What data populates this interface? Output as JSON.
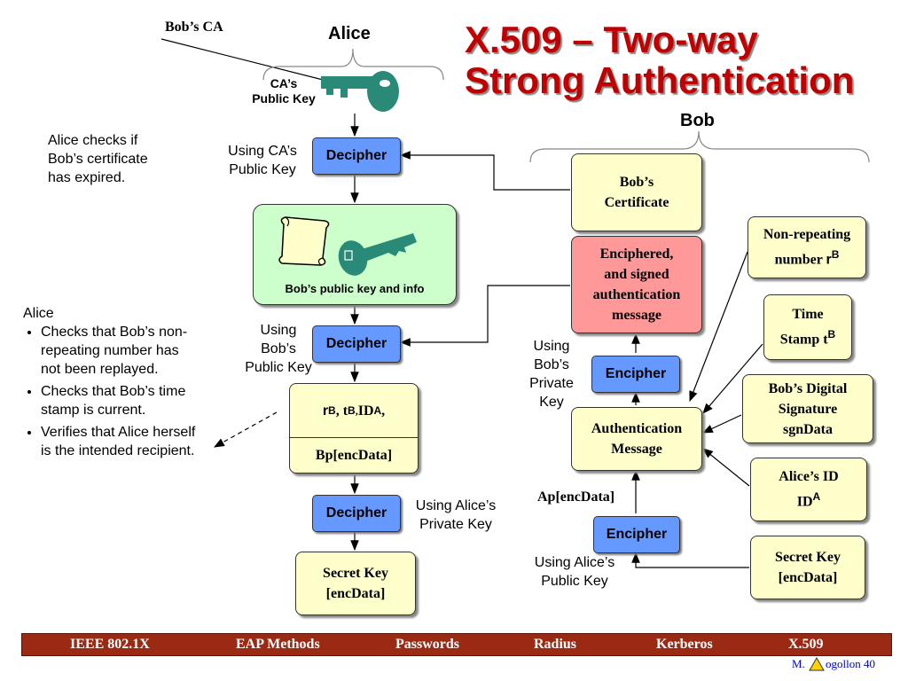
{
  "title": {
    "line1": "X.509 – Two-way",
    "line2": "Strong Authentication"
  },
  "labels": {
    "bobs_ca": "Bob’s CA",
    "alice": "Alice",
    "bob": "Bob",
    "cas_public_key": "CA’s\nPublic Key",
    "using_ca_public_key": "Using CA’s\nPublic Key",
    "using_bobs_public_key": "Using\nBob’s\nPublic Key",
    "using_alices_private_key": "Using Alice’s\nPrivate Key",
    "using_bobs_private_key": "Using\nBob’s\nPrivate\nKey",
    "using_alices_public_key": "Using Alice’s\nPublic Key",
    "ap_encdata": "Ap[encData]"
  },
  "alice_note": "Alice checks if\nBob’s certificate\nhas expired.",
  "alice_checks": {
    "heading": "Alice",
    "items": [
      "Checks that Bob’s non-repeating number has not been replayed.",
      "Checks that Bob’s time stamp is current.",
      "Verifies that Alice herself is the intended recipient."
    ]
  },
  "alice_flow": {
    "decipher": "Decipher",
    "pubkey_box_label": "Bob’s public key and info",
    "data_box": {
      "r": "r",
      "r_sup": "B",
      "t": ", t",
      "t_sup": "B",
      "sep": ",",
      "id": " ID",
      "id_sup": "A",
      "end": " ,",
      "bottom": "Bp[encData]"
    },
    "secret_key": "Secret Key\n[encData]"
  },
  "bob_flow": {
    "certificate": "Bob’s\nCertificate",
    "enciphered": "Enciphered,\nand signed\nauthentication\nmessage",
    "encipher": "Encipher",
    "auth_message": "Authentication\nMessage",
    "nonce": {
      "text": "Non-repeating\nnumber ",
      "r": "r",
      "sup": "B"
    },
    "timestamp": {
      "text": "Time\nStamp t",
      "sup": "B"
    },
    "signature": "Bob’s Digital\nSignature\nsgnData",
    "alice_id": {
      "text": "Alice’s ID\nID",
      "sup": "A"
    },
    "secret_key": "Secret Key\n[encData]"
  },
  "footer": {
    "items": [
      "IEEE 802.1X",
      "EAP Methods",
      "Passwords",
      "Radius",
      "Kerberos",
      "X.509"
    ],
    "credit": "M.",
    "credit2": "ogollon 40"
  },
  "colors": {
    "title": "#c00000",
    "footer_bg": "#9b2a14",
    "button": "#6699ff",
    "box": "#ffffcc",
    "pink": "#ff9999",
    "green": "#ccffcc",
    "key": "#2a8a78"
  },
  "icons": [
    "key-icon",
    "scroll-icon",
    "warning-triangle-icon"
  ]
}
